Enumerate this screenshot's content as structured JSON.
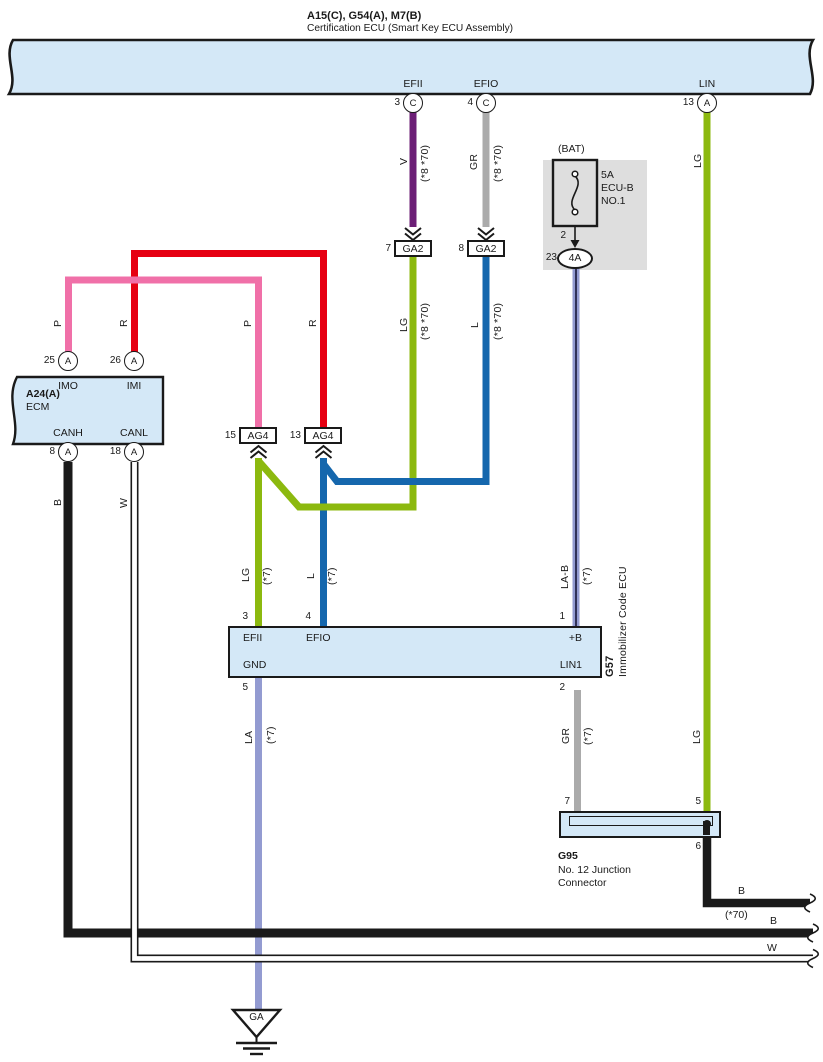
{
  "colors": {
    "block_fill": "#D4E8F7",
    "panel_fill": "#DEDEDE",
    "violet": "#6C1F76",
    "gray": "#ABABAB",
    "light_green": "#8CB90F",
    "blue": "#1567AD",
    "pink": "#F070A8",
    "red": "#E60012",
    "black": "#1A1A1A",
    "lavender": "#939BD1",
    "lavender_stripe": "#26264A",
    "white": "#FFFFFF"
  },
  "cert_ecu": {
    "code": "A15(C), G54(A), M7(B)",
    "name": "Certification ECU (Smart Key ECU Assembly)",
    "pin_efii": {
      "label": "EFII",
      "num": "3",
      "conn": "C"
    },
    "pin_efio": {
      "label": "EFIO",
      "num": "4",
      "conn": "C"
    },
    "pin_lin": {
      "label": "LIN",
      "num": "13",
      "conn": "A"
    }
  },
  "fuse_box": {
    "bat": "(BAT)",
    "rating": "5A",
    "name_l1": "ECU-B",
    "name_l2": "NO.1",
    "pin": "2",
    "conn": {
      "num": "23",
      "label": "4A"
    }
  },
  "connectors": {
    "ga2_a": {
      "num": "7",
      "label": "GA2"
    },
    "ga2_b": {
      "num": "8",
      "label": "GA2"
    },
    "ag4_a": {
      "num": "15",
      "label": "AG4"
    },
    "ag4_b": {
      "num": "13",
      "label": "AG4"
    }
  },
  "ecm": {
    "code": "A24(A)",
    "name": "ECM",
    "pin_imo": {
      "label": "IMO",
      "num": "25",
      "conn": "A"
    },
    "pin_imi": {
      "label": "IMI",
      "num": "26",
      "conn": "A"
    },
    "pin_canh": {
      "label": "CANH",
      "num": "8",
      "conn": "A"
    },
    "pin_canl": {
      "label": "CANL",
      "num": "18",
      "conn": "A"
    }
  },
  "g57": {
    "code": "G57",
    "name": "Immobilizer Code ECU",
    "pin_efii": {
      "label": "EFII",
      "num": "3"
    },
    "pin_efio": {
      "label": "EFIO",
      "num": "4"
    },
    "pin_b": {
      "label": "+B",
      "num": "1"
    },
    "pin_gnd": {
      "label": "GND",
      "num": "5"
    },
    "pin_lin1": {
      "label": "LIN1",
      "num": "2"
    }
  },
  "g95": {
    "code": "G95",
    "name_l1": "No. 12 Junction",
    "name_l2": "Connector",
    "pin_left": "7",
    "pin_right": "5",
    "pin_out": "6"
  },
  "ground": {
    "label": "GA"
  },
  "wire_labels": {
    "v": "V",
    "v_note": "(*8 *70)",
    "gr_top": "GR",
    "gr_top_note": "(*8 *70)",
    "lg_mid": "LG",
    "lg_mid_note": "(*8 *70)",
    "l_mid": "L",
    "l_mid_note": "(*8 *70)",
    "lg_lin": "LG",
    "p_imo": "P",
    "r_imi": "R",
    "p_ag4": "P",
    "r_ag4": "R",
    "b_canh": "B",
    "w_canl": "W",
    "lg_g57": "LG",
    "lg_g57_note": "(*7)",
    "l_g57": "L",
    "l_g57_note": "(*7)",
    "lab_b": "LA-B",
    "lab_b_note": "(*7)",
    "la_gnd": "LA",
    "la_gnd_note": "(*7)",
    "gr_lin1": "GR",
    "gr_lin1_note": "(*7)",
    "lg_g95": "LG",
    "b_g95": "B",
    "b_g95_note": "(*70)",
    "b_main": "B",
    "w_main": "W"
  }
}
